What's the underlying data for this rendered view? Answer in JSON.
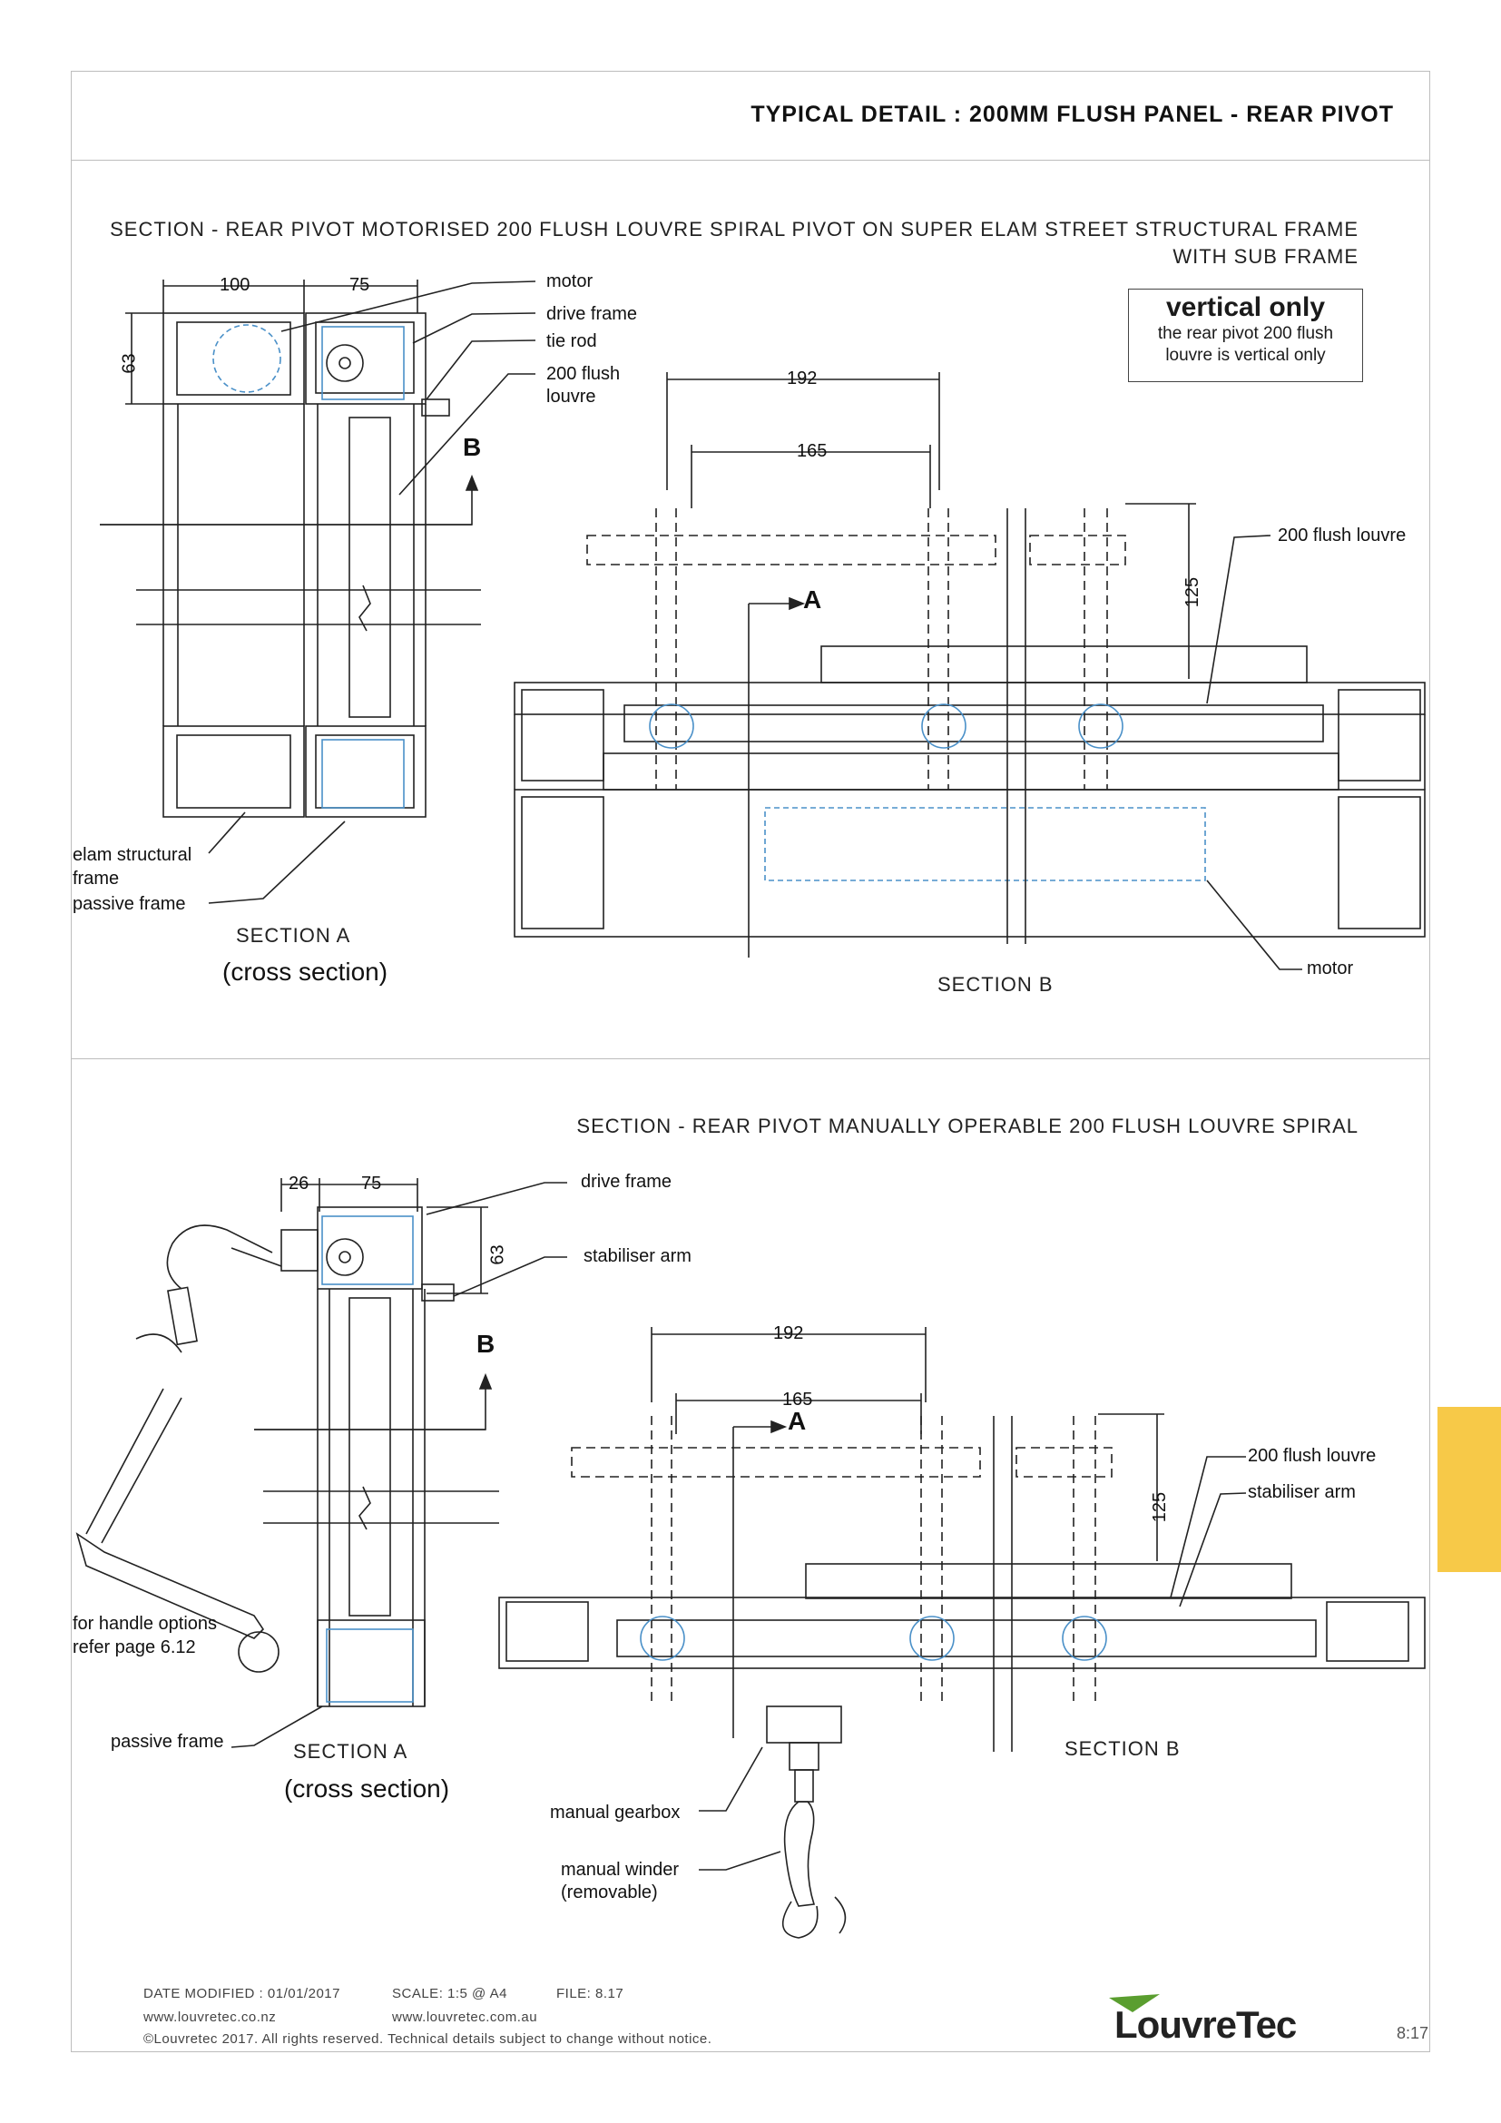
{
  "header": {
    "title": "TYPICAL DETAIL : 200MM FLUSH PANEL - REAR PIVOT"
  },
  "section1": {
    "title_line1": "SECTION - REAR PIVOT MOTORISED 200 FLUSH LOUVRE SPIRAL PIVOT ON SUPER ELAM STREET STRUCTURAL FRAME",
    "title_line2": "WITH SUB FRAME",
    "note_heading": "vertical only",
    "note_line1": "the rear pivot 200 flush",
    "note_line2": "louvre is vertical only",
    "labels": {
      "motor": "motor",
      "drive_frame": "drive frame",
      "tie_rod": "tie rod",
      "flush_louvre_1": "200 flush",
      "flush_louvre_2": "louvre",
      "elam_1": "elam structural",
      "elam_2": "frame",
      "passive_frame": "passive frame",
      "flush_louvre_b": "200 flush louvre",
      "motor_b": "motor",
      "marker_b": "B",
      "marker_a": "A"
    },
    "dims": {
      "d100": "100",
      "d75": "75",
      "d63": "63",
      "d192": "192",
      "d165": "165",
      "d125": "125"
    },
    "section_a": "SECTION A",
    "cross_section": "(cross section)",
    "section_b": "SECTION B"
  },
  "section2": {
    "title": "SECTION - REAR PIVOT MANUALLY OPERABLE 200 FLUSH LOUVRE SPIRAL",
    "labels": {
      "drive_frame": "drive frame",
      "stabiliser_arm": "stabiliser arm",
      "handle_1": "for handle options",
      "handle_2": "refer page 6.12",
      "passive_frame": "passive frame",
      "flush_louvre_b": "200 flush louvre",
      "stabiliser_arm_b": "stabiliser arm",
      "manual_gearbox": "manual gearbox",
      "manual_winder_1": "manual winder",
      "manual_winder_2": "(removable)",
      "marker_b": "B",
      "marker_a": "A"
    },
    "dims": {
      "d26": "26",
      "d75": "75",
      "d63": "63",
      "d192": "192",
      "d165": "165",
      "d125": "125"
    },
    "section_a": "SECTION A",
    "cross_section": "(cross section)",
    "section_b": "SECTION B"
  },
  "footer": {
    "date_modified": "DATE MODIFIED : 01/01/2017",
    "scale": "SCALE: 1:5 @ A4",
    "file": "FILE: 8.17",
    "web_nz": "www.louvretec.co.nz",
    "web_au": "www.louvretec.com.au",
    "copyright": "©Louvretec 2017. All rights reserved. Technical details subject to change without notice.",
    "logo_text": "LouvreTec",
    "page_number": "8:17"
  },
  "colors": {
    "accent_tab": "#f7c948",
    "logo_green": "#5a9e2f",
    "motor_blue": "#4a90c8"
  }
}
